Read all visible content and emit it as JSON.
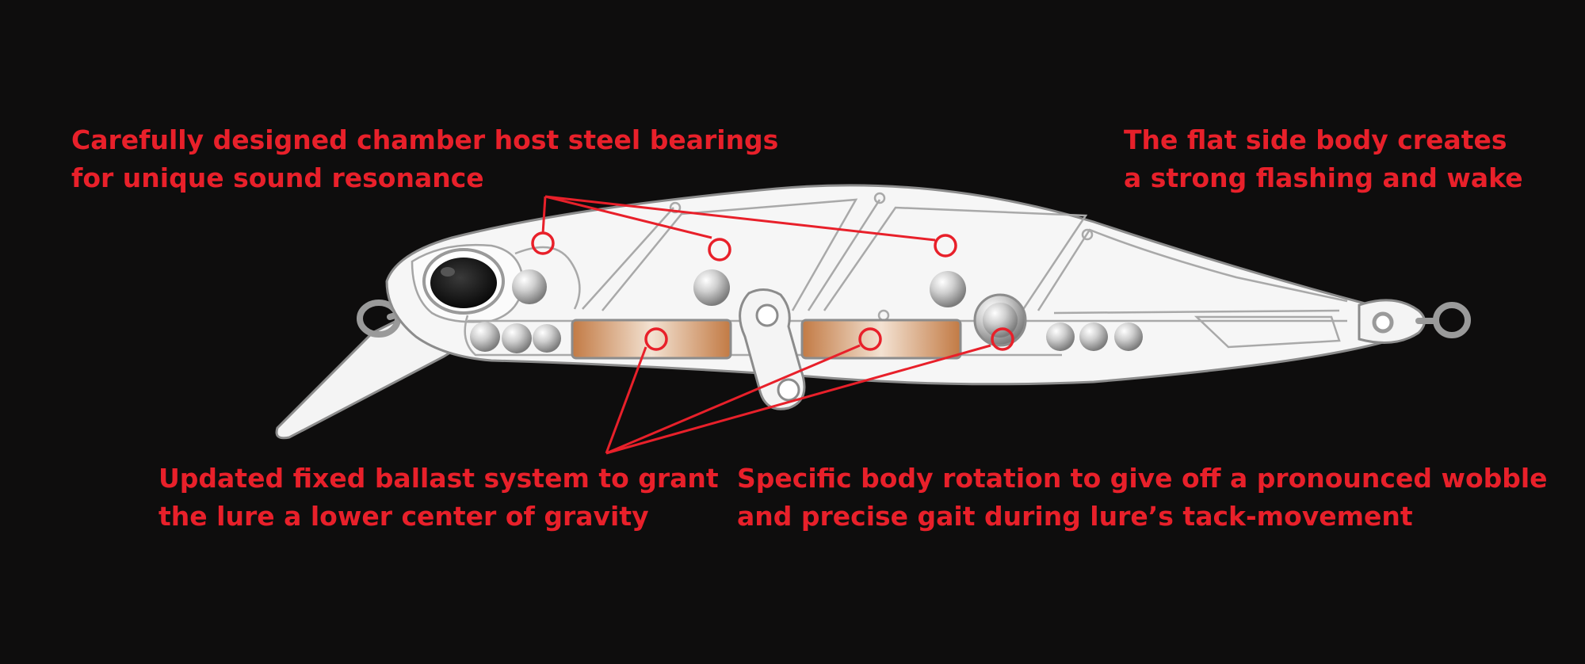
{
  "callouts": {
    "bearings": {
      "line1": "Carefully designed chamber host steel bearings",
      "line2": "for unique sound resonance"
    },
    "flat_side": {
      "line1": "The flat side body creates",
      "line2": "a strong flashing and wake"
    },
    "ballast": {
      "line1": "Updated fixed ballast system to grant",
      "line2": "the lure a lower center of gravity"
    },
    "rotation": {
      "line1": "Specific body rotation to give off a pronounced wobble",
      "line2": "and precise gait during lure’s tack-movement"
    }
  },
  "colors": {
    "background": "#0e0d0d",
    "callout_red": "#e8202a",
    "lure_body": "#f6f6f6",
    "outline_gray": "#9a9a9a",
    "ballast_copper": "#c8804a"
  },
  "icons": {
    "marker": "red-ring-marker",
    "bearing": "steel-ball"
  }
}
